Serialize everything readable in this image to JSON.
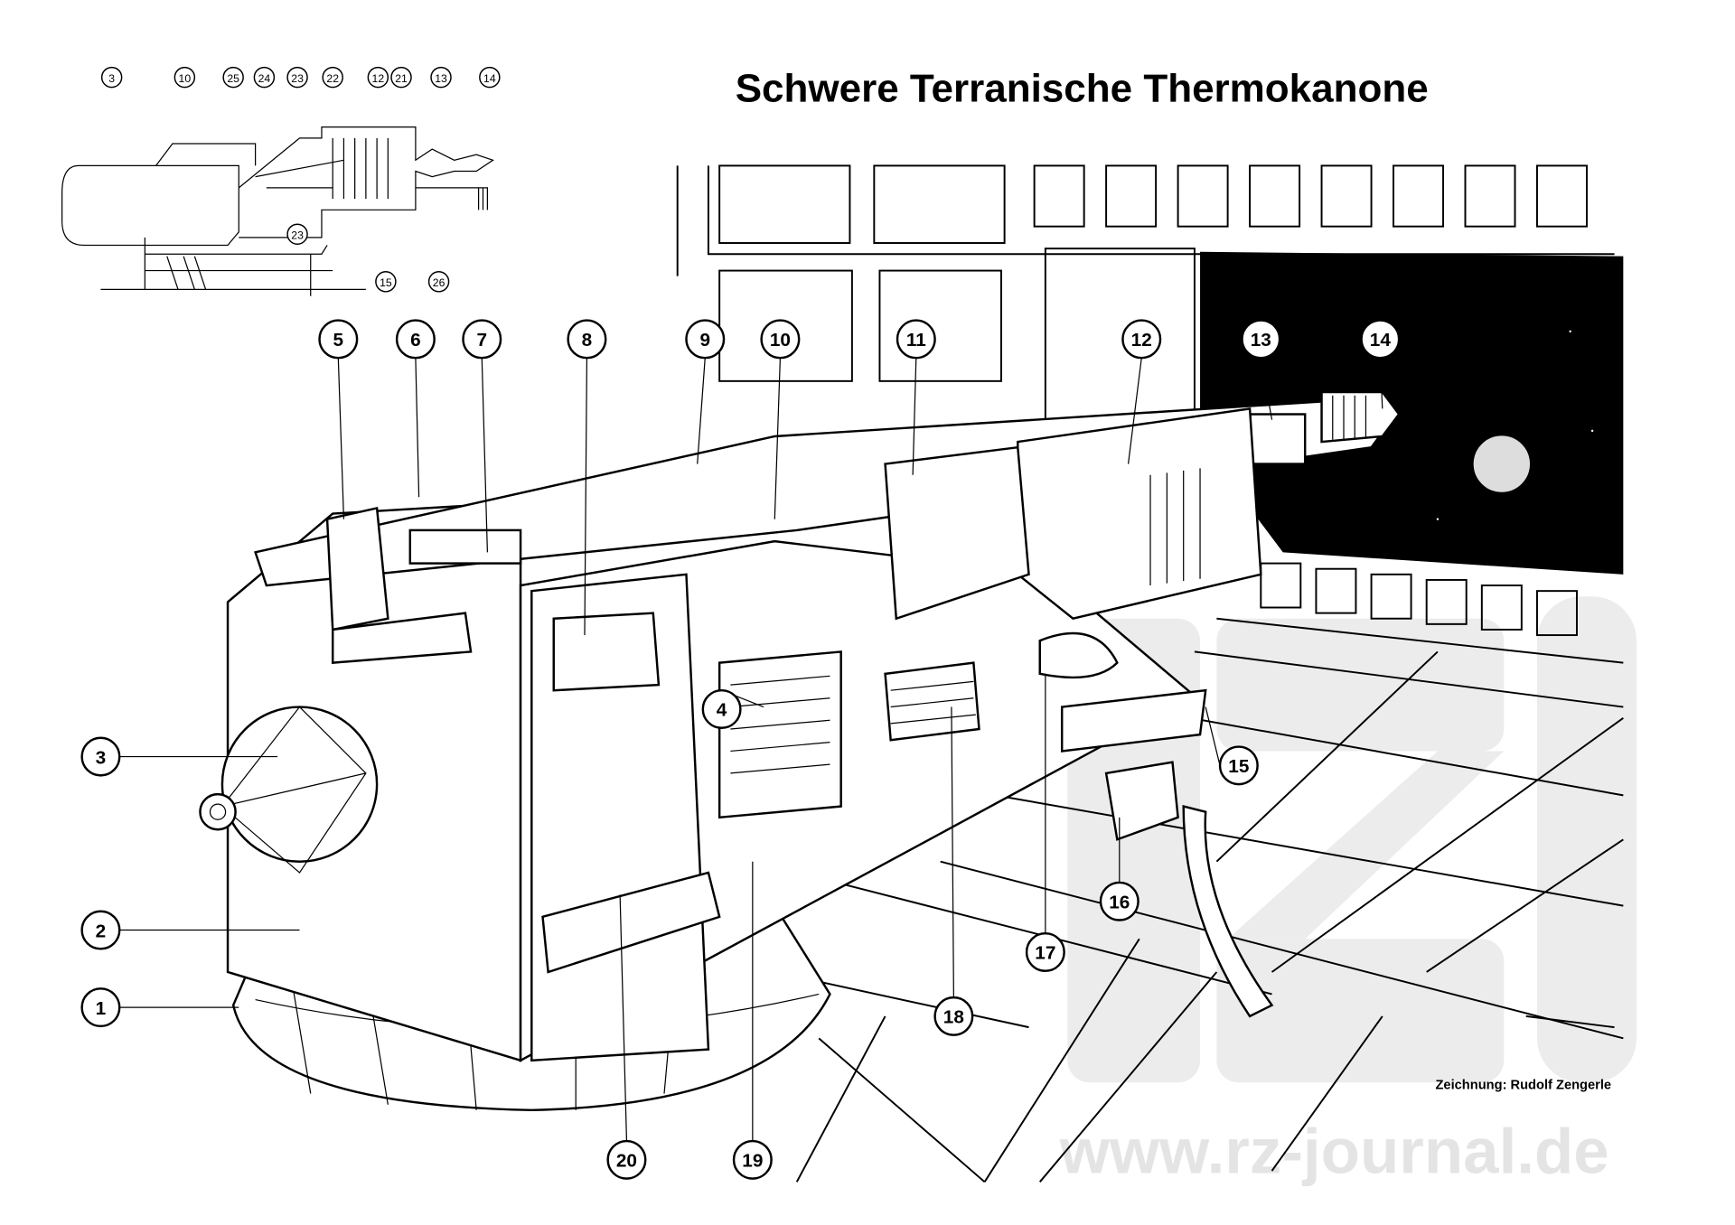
{
  "title": "Schwere Terranische Thermokanone",
  "credit": "Zeichnung: Rudolf Zengerle",
  "watermark": "www.rz-journal.de",
  "main_callouts": [
    "1",
    "2",
    "3",
    "4",
    "5",
    "6",
    "7",
    "8",
    "9",
    "10",
    "11",
    "12",
    "13",
    "14",
    "15",
    "16",
    "17",
    "18",
    "19",
    "20"
  ],
  "inset_callouts": [
    "3",
    "10",
    "25",
    "24",
    "23",
    "22",
    "12",
    "21",
    "13",
    "14",
    "23",
    "15",
    "26"
  ]
}
